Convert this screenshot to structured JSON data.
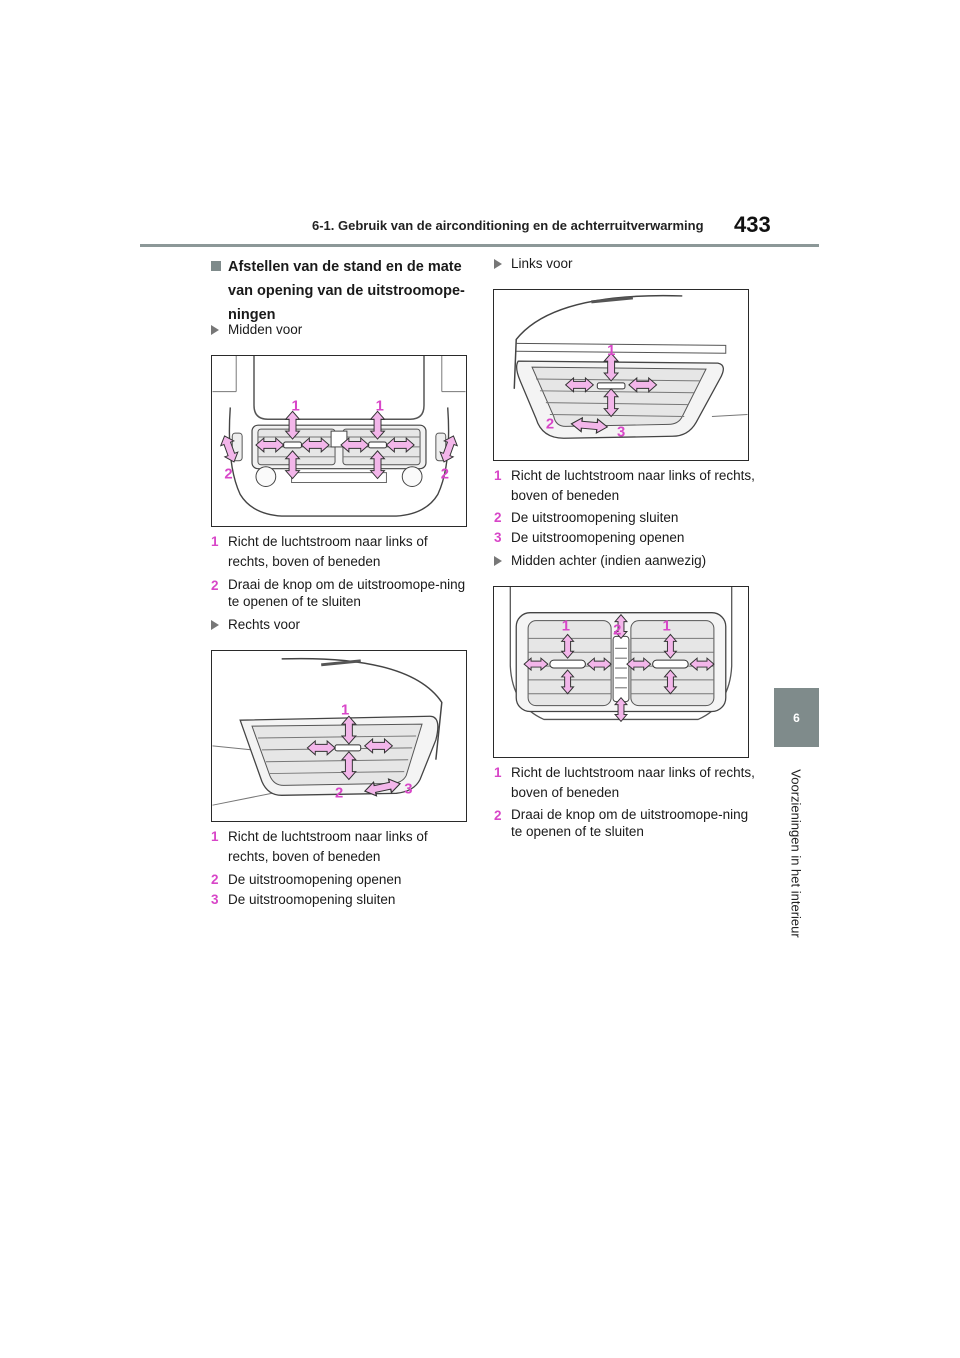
{
  "header": {
    "title": "6-1. Gebruik van de airconditioning en de achterruitverwarming",
    "page_number": "433"
  },
  "side_tab": {
    "chapter": "6",
    "title": "Voorzieningen in het interieur"
  },
  "section": {
    "heading": "Afstellen van de stand en de mate van opening van de uitstroomope-ningen"
  },
  "subsections": [
    {
      "title": "Midden voor",
      "callouts": [
        "1",
        "1",
        "2",
        "2"
      ],
      "items": [
        {
          "num": "1",
          "text": "Richt de luchtstroom naar links of rechts, boven of beneden"
        },
        {
          "num": "2",
          "text": "Draai de knop om de uitstroomope-ning te openen of te sluiten"
        }
      ]
    },
    {
      "title": "Rechts voor",
      "callouts": [
        "1",
        "2",
        "3"
      ],
      "items": [
        {
          "num": "1",
          "text": "Richt de luchtstroom naar links of rechts, boven of beneden"
        },
        {
          "num": "2",
          "text": "De uitstroomopening openen"
        },
        {
          "num": "3",
          "text": "De uitstroomopening sluiten"
        }
      ]
    },
    {
      "title": "Links voor",
      "callouts": [
        "1",
        "2",
        "3"
      ],
      "items": [
        {
          "num": "1",
          "text": "Richt de luchtstroom naar links of rechts, boven of beneden"
        },
        {
          "num": "2",
          "text": "De uitstroomopening sluiten"
        },
        {
          "num": "3",
          "text": "De uitstroomopening openen"
        }
      ]
    },
    {
      "title": "Midden achter (indien aanwezig)",
      "callouts": [
        "1",
        "2",
        "1"
      ],
      "items": [
        {
          "num": "1",
          "text": "Richt de luchtstroom naar links of rechts, boven of beneden"
        },
        {
          "num": "2",
          "text": "Draai de knop om de uitstroomope-ning te openen of te sluiten"
        }
      ]
    }
  ],
  "colors": {
    "callout": "#d846c8",
    "arrow_fill": "#f3b6ea",
    "tab": "#7f8b8b"
  }
}
